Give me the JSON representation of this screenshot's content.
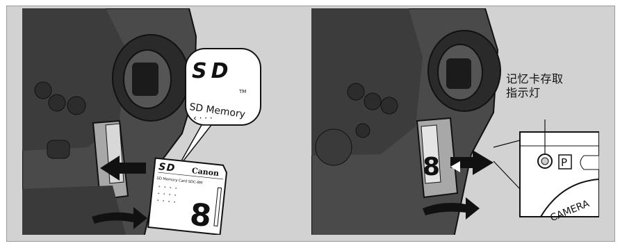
{
  "illustration_left": {
    "callout_sd_logo": "S D",
    "callout_tm": "TM",
    "callout_text": "SD Memory",
    "card_brand": "Canon",
    "card_subtitle": "SD Memory Card SDC-8M",
    "card_capacity": "8"
  },
  "illustration_right": {
    "indicator_label_line1": "记忆卡存取",
    "indicator_label_line2": "指示灯",
    "mode_letter": "P",
    "dial_text": "CAMERA"
  },
  "colors": {
    "frame_background": "#d2d2d2",
    "camera_body": "#4a4a4a",
    "camera_dark": "#1e1e1e",
    "arrow_fill": "#111111"
  }
}
